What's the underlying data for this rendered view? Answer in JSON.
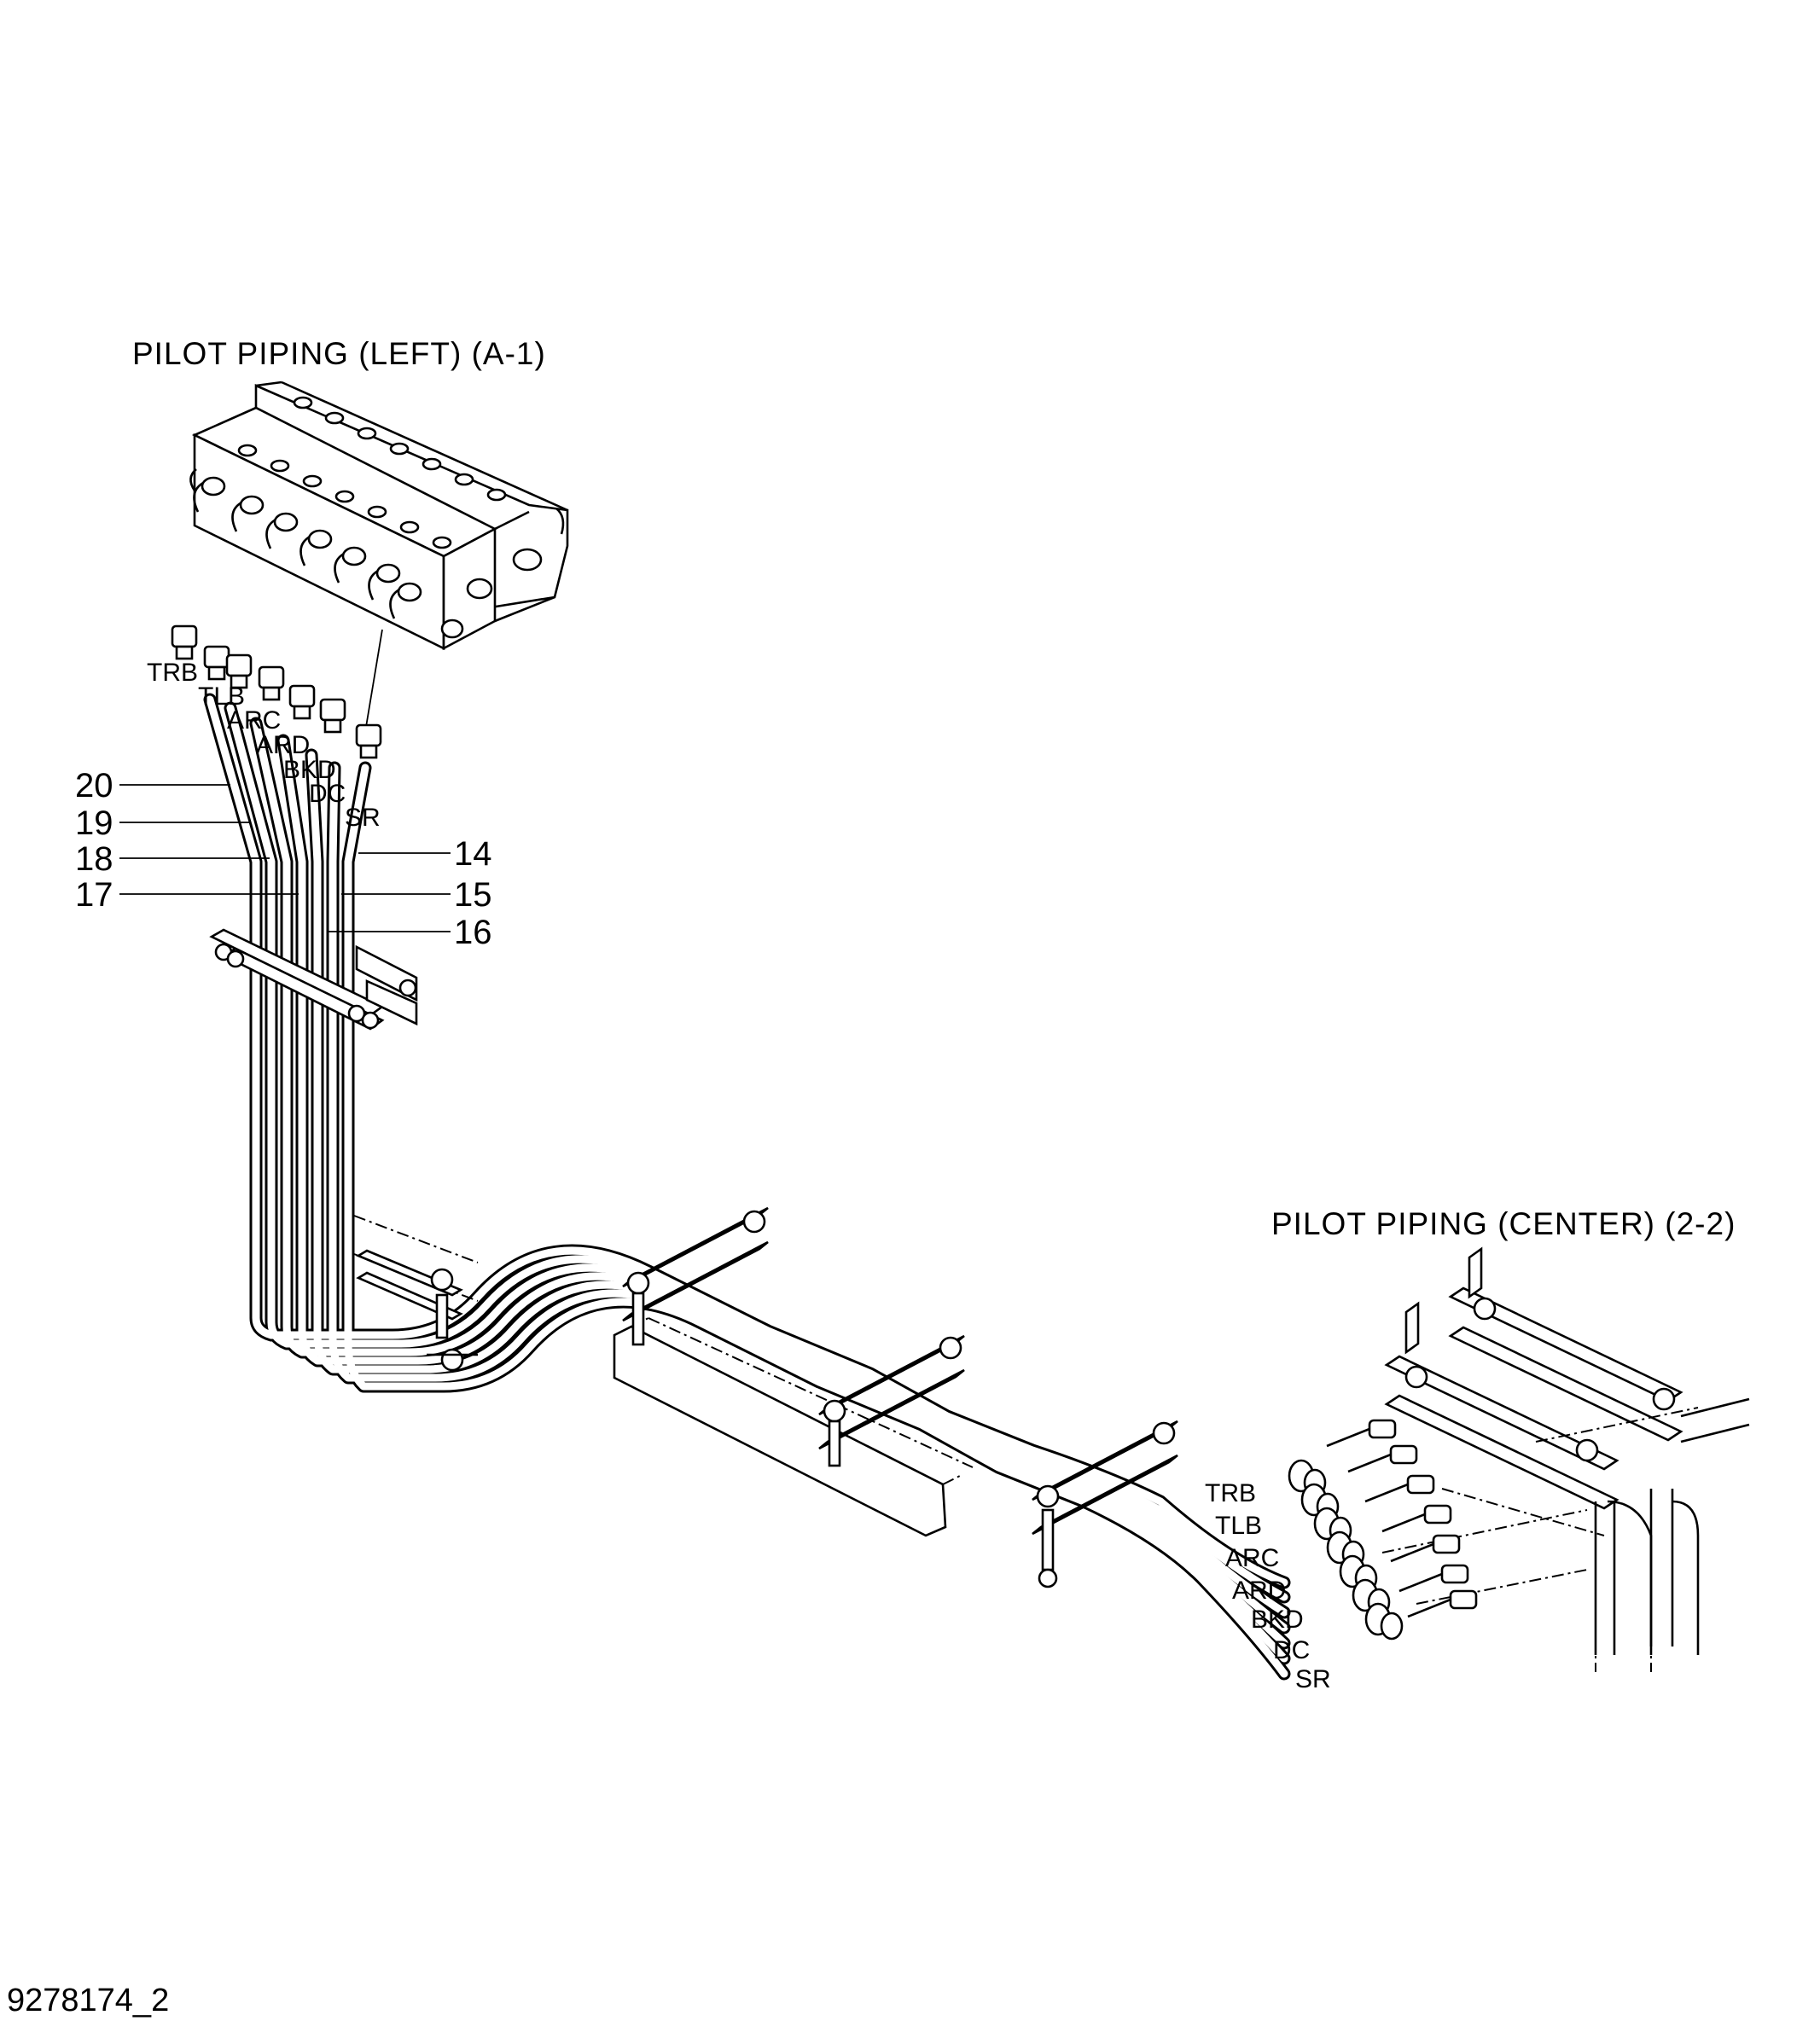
{
  "titles": {
    "left": "PILOT  PIPING  (LEFT) (A-1)",
    "center": "PILOT  PIPING  (CENTER) (2-2)"
  },
  "left_tags": [
    "TRB",
    "TLB",
    "ARC",
    "ARD",
    "BKD",
    "DC",
    "SR"
  ],
  "center_tags": [
    "TRB",
    "TLB",
    "ARC",
    "ARD",
    "BKD",
    "DC",
    "SR"
  ],
  "callouts_left": [
    "20",
    "19",
    "18",
    "17"
  ],
  "callouts_right": [
    "14",
    "15",
    "16"
  ],
  "drawing_code": "9278174_2"
}
